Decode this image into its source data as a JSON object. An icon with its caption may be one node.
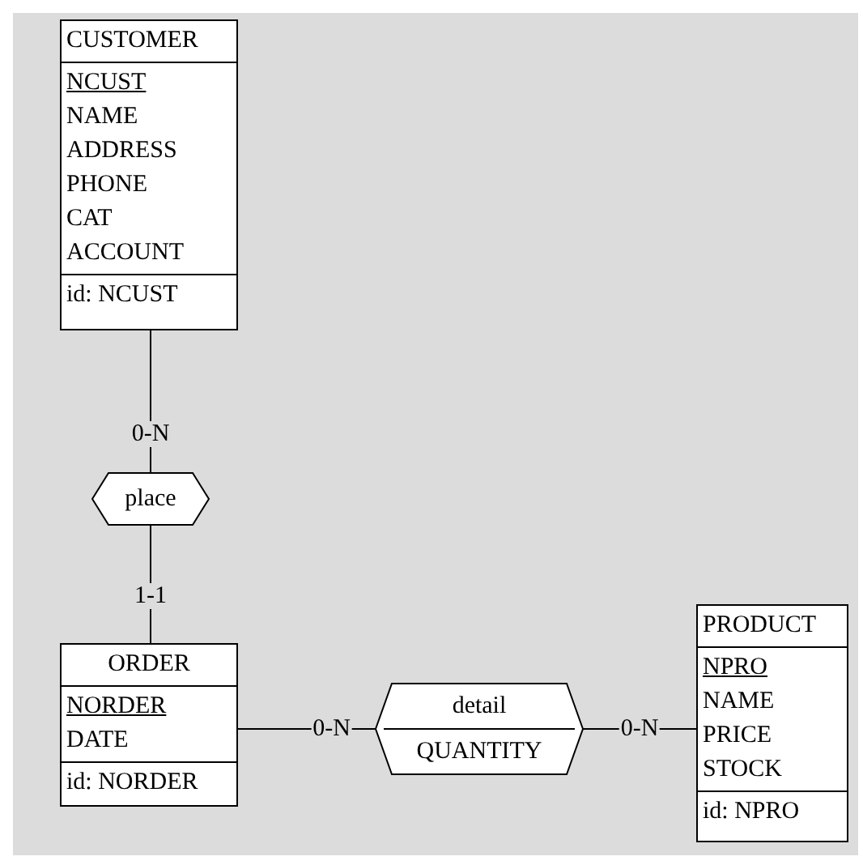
{
  "diagram": {
    "nodes": [
      {
        "text": [
          "CUSTOMER",
          "NCUST",
          "NAME",
          "ADDRESS",
          "PHONE",
          "CAT",
          "ACCOUNT",
          "id: NCUST"
        ]
      },
      {
        "text": [
          "place"
        ]
      },
      {
        "text": [
          "ORDER",
          "NORDER",
          "DATE",
          "id: NORDER"
        ]
      },
      {
        "text": [
          "detail",
          "QUANTITY"
        ]
      },
      {
        "text": [
          "PRODUCT",
          "NPRO",
          "NAME",
          "PRICE",
          "STOCK",
          "id: NPRO"
        ]
      }
    ],
    "edges": [
      {
        "from": 0,
        "to": 1,
        "arrow": "none",
        "label": "0-N"
      },
      {
        "from": 1,
        "to": 2,
        "arrow": "none",
        "label": "1-1"
      },
      {
        "from": 2,
        "to": 3,
        "arrow": "none",
        "label": "0-N"
      },
      {
        "from": 3,
        "to": 4,
        "arrow": "none",
        "label": "0-N"
      }
    ]
  }
}
